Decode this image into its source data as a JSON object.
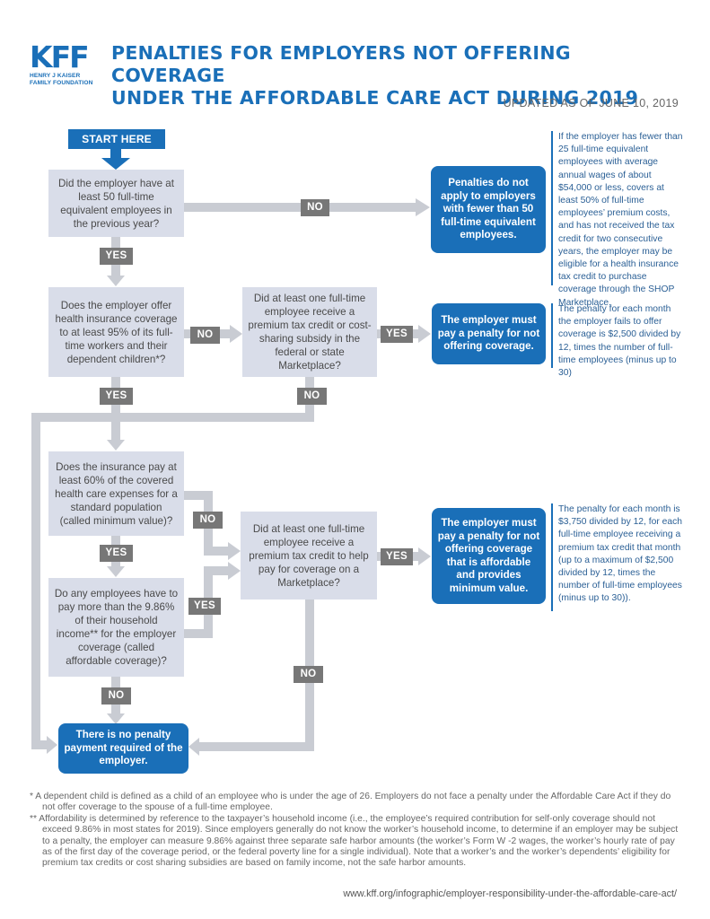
{
  "logo": {
    "mark": "KFF",
    "line1": "HENRY J KAISER",
    "line2": "FAMILY FOUNDATION"
  },
  "title": {
    "line1": "PENALTIES FOR EMPLOYERS NOT OFFERING COVERAGE",
    "line2": "UNDER THE AFFORDABLE CARE ACT DURING 2019"
  },
  "updated": "UPDATED AS OF JUNE 10, 2019",
  "start_label": "START HERE",
  "questions": {
    "q1": "Did the employer have at least 50 full-time equivalent employees in the previous year?",
    "q2": "Does the employer offer health insurance coverage to at least 95% of its full-time workers and their dependent children*?",
    "q3": "Did at least one full-time employee receive a premium tax credit or cost-sharing subsidy in the federal or state Marketplace?",
    "q4": "Does the insurance pay at least 60% of the covered health care expenses for a standard population (called minimum value)?",
    "q5": "Do any employees have to pay more than the 9.86% of their household income** for the employer coverage (called affordable coverage)?",
    "q6": "Did at least one full-time employee receive a premium tax credit to help pay for coverage on a Marketplace?"
  },
  "results": {
    "r1": "Penalties do not apply to employers with fewer than 50 full-time equivalent employees.",
    "r2": "The employer must pay a penalty for not offering coverage.",
    "r3": "The employer must pay a penalty for not offering coverage that is affordable and provides minimum value.",
    "r4": "There is no penalty payment required of the employer."
  },
  "notes": {
    "n1": "If the employer has fewer than 25 full-time equivalent employees with average annual wages of about $54,000 or less, covers at least 50% of full-time employees’ premium costs, and has not received the tax credit for two consecutive years, the employer may be eligible for a health insurance tax credit to purchase coverage through the SHOP Marketplace.",
    "n2": "The penalty for each month the employer fails to offer coverage is $2,500 divided by 12, times the number of full-time employees (minus up to 30)",
    "n3": "The penalty for each month is $3,750 divided by 12, for each full-time employee receiving a premium tax credit that month (up to a maximum of $2,500 divided by 12, times the number of full-time employees (minus up to 30))."
  },
  "answers": {
    "yes": "YES",
    "no": "NO"
  },
  "footnotes": {
    "f1": "* A dependent child is defined as a child of an employee who is under the age of 26. Employers do not face a penalty under the Affordable Care Act if they do not offer coverage to the spouse of a full-time employee.",
    "f2": "** Affordability is determined by reference to the taxpayer’s household income (i.e., the employee’s required contribution for self-only coverage should not exceed 9.86% in most states for 2019). Since employers generally do not know the worker’s household income, to determine if an employer may be subject to a penalty, the employer can measure 9.86% against three separate safe harbor amounts (the worker’s Form W -2 wages, the worker’s hourly rate of pay as of the first day of the coverage period, or the federal poverty line for a single individual). Note that a worker’s and the worker’s dependents’ eligibility for premium tax credits or cost sharing subsidies are based on family income, not the safe harbor amounts."
  },
  "source_url": "www.kff.org/infographic/employer-responsibility-under-the-affordable-care-act/",
  "colors": {
    "brand_blue": "#1a6fb8",
    "question_fill": "#d9dde9",
    "connector": "#c9ccd3",
    "answer_tag": "#777777"
  }
}
